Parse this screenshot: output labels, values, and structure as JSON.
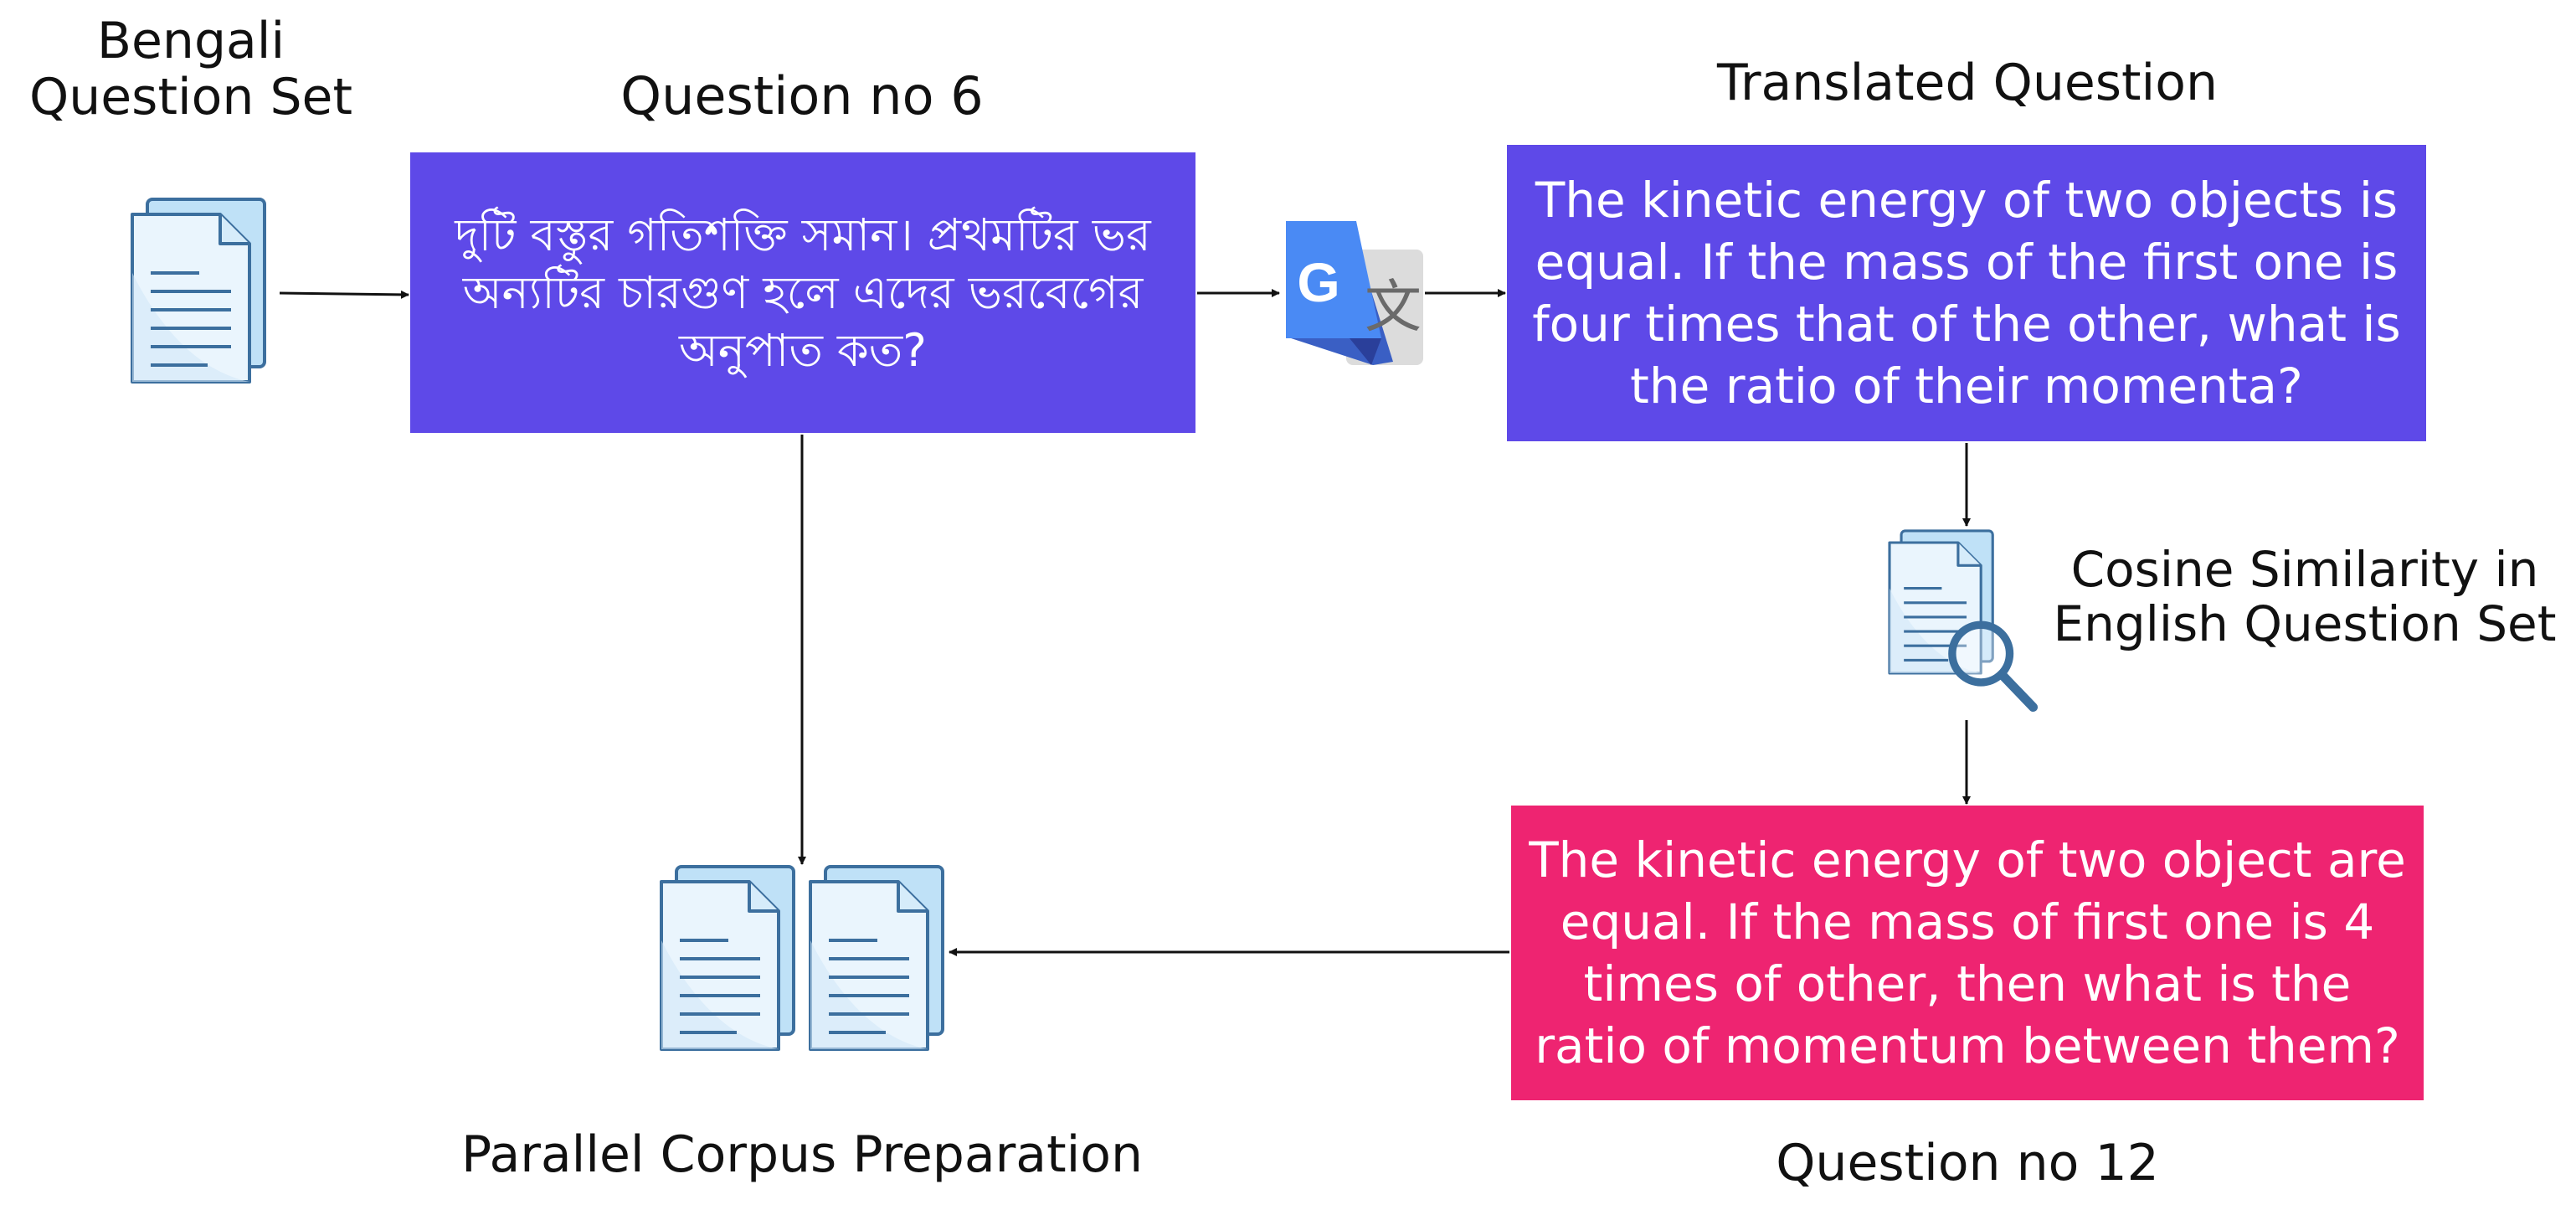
{
  "labels": {
    "bengali_set": "Bengali\nQuestion Set",
    "question_6": "Question no 6",
    "translated": "Translated Question",
    "cosine": "Cosine Similarity in\nEnglish Question Set",
    "parallel": "Parallel Corpus Preparation",
    "question_12": "Question no 12"
  },
  "boxes": {
    "bengali_question": "দুটি বস্তুর গতিশক্তি সমান। প্রথমটির ভর অন্যটির চারগুণ হলে এদের ভরবেগের অনুপাত কত?",
    "translated_question": "The kinetic energy of two objects is equal. If the mass of the first one is four times that of the other, what is the ratio of their momenta?",
    "matched_question": "The kinetic energy of two object are equal. If the mass of first one is 4 times of other, then what is the ratio of momentum between them?"
  },
  "icons": {
    "translate_letter": "G",
    "translate_glyph": "文"
  },
  "colors": {
    "purple_box": "#5e49e8",
    "pink_box": "#ee2471",
    "doc_fill": "#d6ecfa",
    "doc_edge": "#3c6f9e",
    "google_blue": "#4a8af4",
    "google_gray": "#dcdcdc"
  }
}
